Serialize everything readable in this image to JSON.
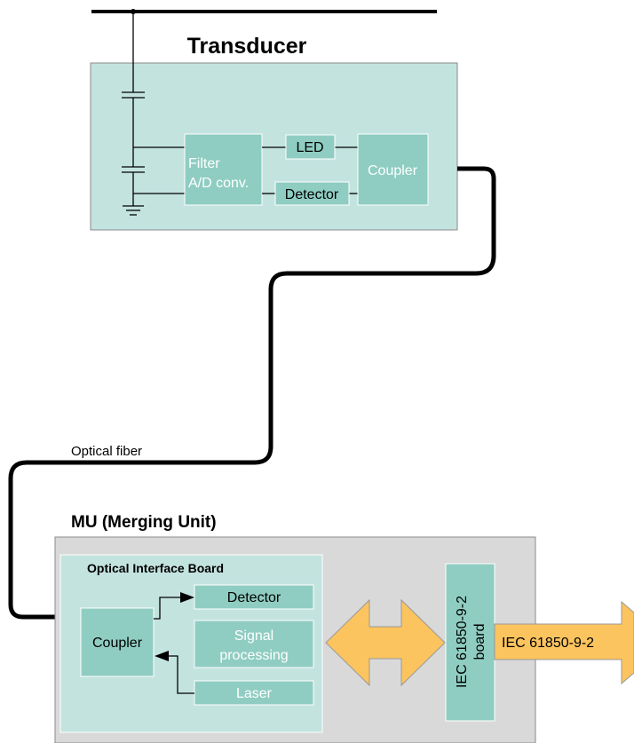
{
  "transducer": {
    "title": "Transducer",
    "filter_label_line1": "Filter",
    "filter_label_line2": "A/D conv.",
    "led_label": "LED",
    "detector_label": "Detector",
    "coupler_label": "Coupler"
  },
  "fiber": {
    "label": "Optical fiber"
  },
  "merging_unit": {
    "title": "MU (Merging Unit)",
    "board_title": "Optical Interface Board",
    "coupler_label": "Coupler",
    "detector_label": "Detector",
    "signal_line1": "Signal",
    "signal_line2": "processing",
    "laser_label": "Laser",
    "iec_board_line1": "IEC 61850-9-2",
    "iec_board_line2": "board",
    "output_label": "IEC 61850-9-2"
  },
  "colors": {
    "transducer_bg": "#c3e3df",
    "box_fill": "#8fcdc2",
    "mu_bg": "#d9d9d9",
    "board_bg": "#c3e3df",
    "arrow_fill": "#fbc45e",
    "line": "#000000"
  }
}
